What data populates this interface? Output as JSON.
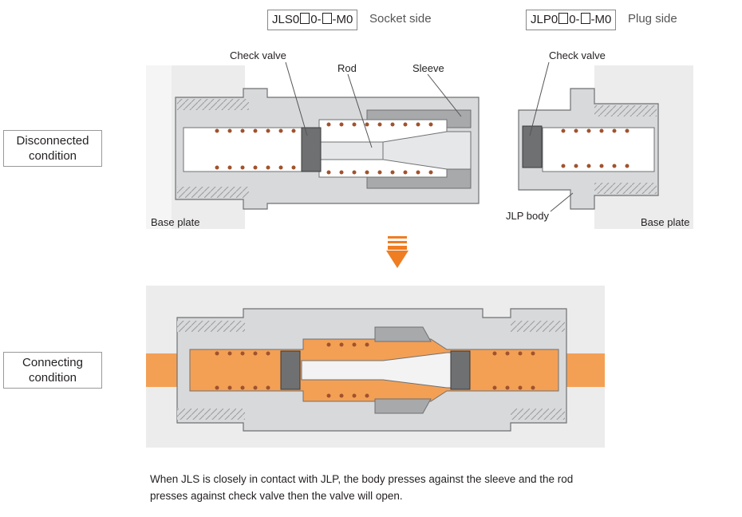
{
  "headers": {
    "socket_code_pre": "JLS0",
    "socket_code_mid": "0-",
    "socket_code_post": "-M0",
    "socket_side": "Socket side",
    "plug_code_pre": "JLP0",
    "plug_code_mid": "0-",
    "plug_code_post": "-M0",
    "plug_side": "Plug side"
  },
  "conditions": {
    "disconnected": "Disconnected condition",
    "connecting": "Connecting condition"
  },
  "labels": {
    "check_valve_socket": "Check valve",
    "rod": "Rod",
    "sleeve": "Sleeve",
    "check_valve_plug": "Check valve",
    "jlp_body": "JLP body",
    "base_plate_left": "Base plate",
    "base_plate_right": "Base plate"
  },
  "caption": {
    "line1": "When JLS is closely in contact with JLP, the body presses against the sleeve and the rod",
    "line2": "presses against check valve then the valve will open."
  },
  "colors": {
    "body_gray": "#d8d9db",
    "base_plate": "#ececed",
    "fluid_orange": "#f3a055",
    "arrow_orange": "#ef7d22",
    "spring_brown": "#a0522d",
    "dark_part": "#6f7072"
  }
}
